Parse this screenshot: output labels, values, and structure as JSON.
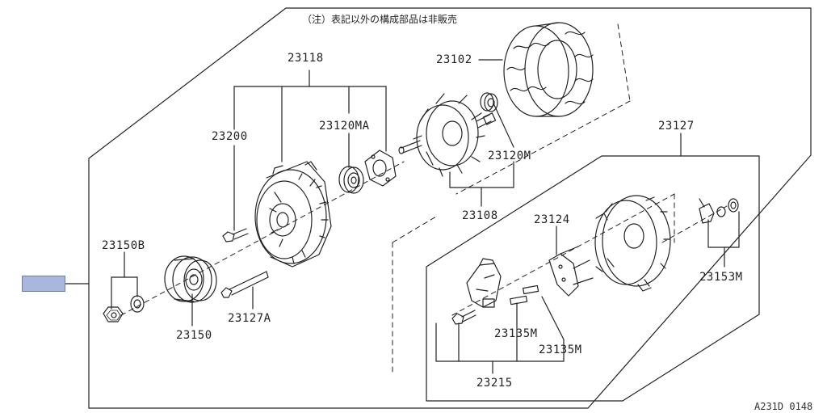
{
  "note": "（注）表記以外の構成部品は非販売",
  "diagram_code": "A231D 0148",
  "part_labels": {
    "p23118": "23118",
    "p23102": "23102",
    "p23200": "23200",
    "p23120MA": "23120MA",
    "p23120M": "23120M",
    "p23127": "23127",
    "p23108": "23108",
    "p23124": "23124",
    "p23150B": "23150B",
    "p23153M": "23153M",
    "p23127A": "23127A",
    "p23150": "23150",
    "p23135M_a": "23135M",
    "p23135M_b": "23135M",
    "p23215": "23215"
  },
  "colors": {
    "reference_box": "#a9b7dc",
    "line": "#222222"
  }
}
